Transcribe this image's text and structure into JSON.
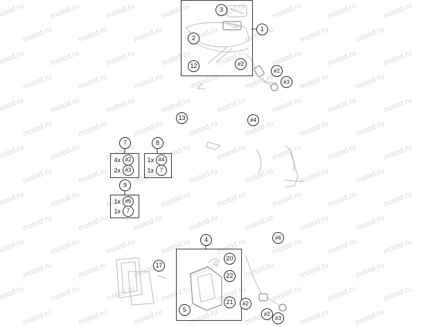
{
  "watermark": "motod.ru",
  "callouts": {
    "c1": "1",
    "c2": "2",
    "c3": "3",
    "c4": "4",
    "c5": "5",
    "c7": "7",
    "c8": "8",
    "c9": "9",
    "c12": "12",
    "c13": "13",
    "c17": "17",
    "c20": "20",
    "c21": "21",
    "c22": "22",
    "r2_top": "#2",
    "r2_right": "#2",
    "r3_right": "#3",
    "r4": "#4",
    "r6": "#6",
    "r2_bottom_a": "#2",
    "r2_bottom_b": "#2",
    "r3_bottom": "#3"
  },
  "kits": {
    "kit7": {
      "rows": [
        {
          "qty": "4x",
          "ref": "#2"
        },
        {
          "qty": "2x",
          "ref": "#3"
        }
      ]
    },
    "kit8": {
      "rows": [
        {
          "qty": "1x",
          "ref": "#4"
        },
        {
          "qty": "1x",
          "ref": "7"
        }
      ]
    },
    "kit9": {
      "rows": [
        {
          "qty": "1x",
          "ref": "#6"
        },
        {
          "qty": "1x",
          "ref": "7"
        }
      ]
    }
  }
}
